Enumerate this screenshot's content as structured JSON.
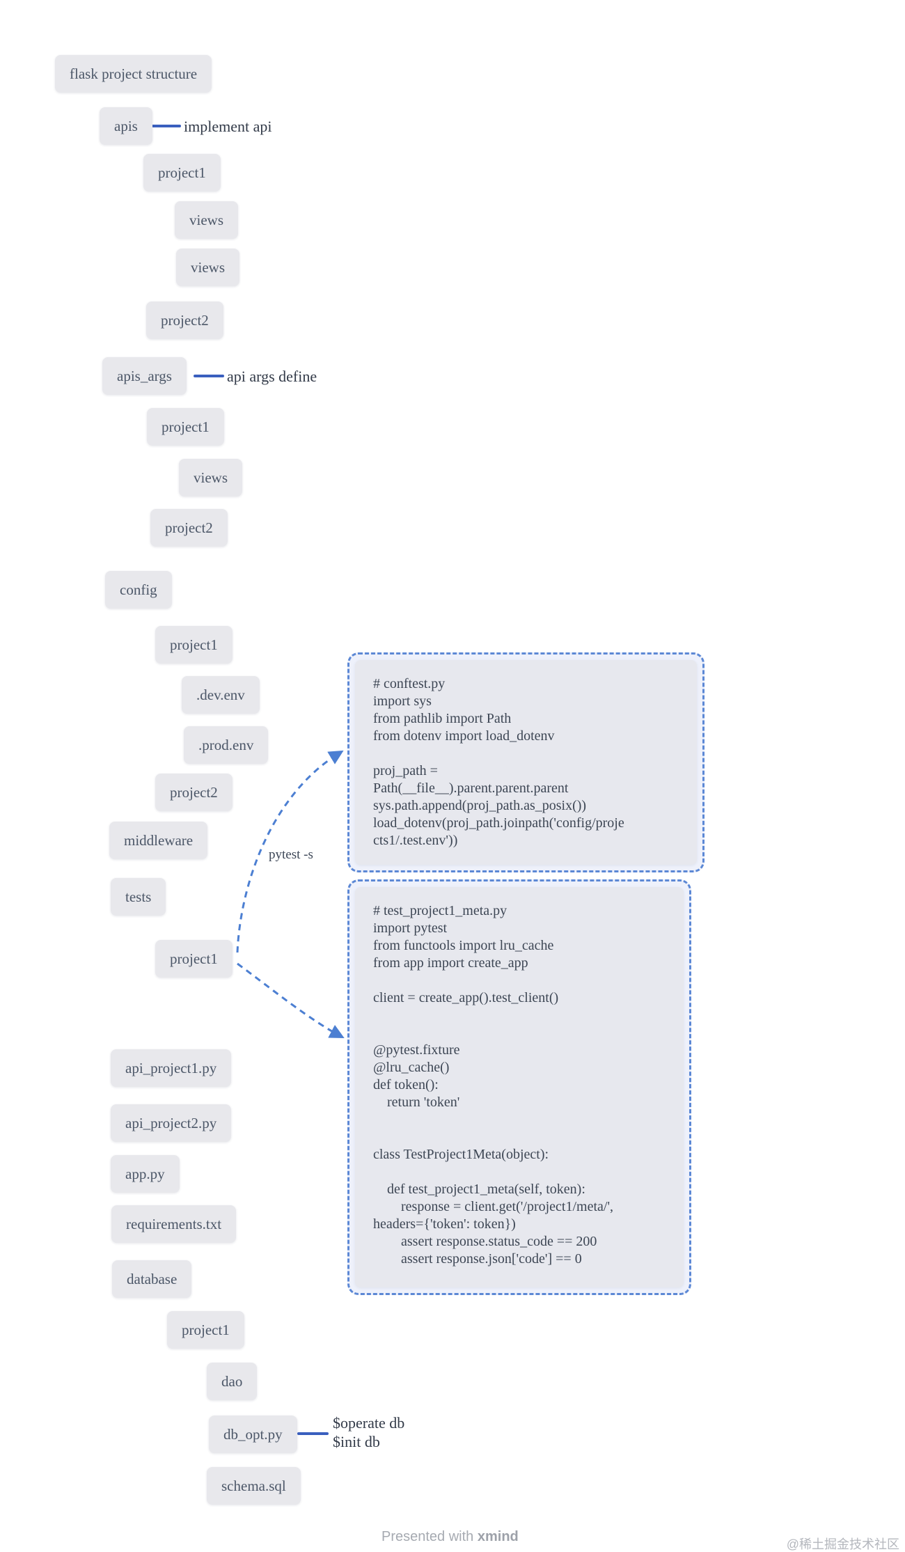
{
  "meta": {
    "footer_presented": "Presented with",
    "footer_brand": "xmind",
    "watermark": "@稀土掘金技术社区"
  },
  "colors": {
    "node_bg": "#e8e8ec",
    "node_text": "#4c5768",
    "connector_blue": "#3a5fbe",
    "dashed_blue": "#4c7fd2",
    "codebox_bg": "#e7e8ee",
    "codebox_border": "#5c88d5"
  },
  "nodes": [
    {
      "label": "flask project structure"
    },
    {
      "label": "apis"
    },
    {
      "label": "project1"
    },
    {
      "label": "views"
    },
    {
      "label": "views"
    },
    {
      "label": "project2"
    },
    {
      "label": "apis_args"
    },
    {
      "label": "project1"
    },
    {
      "label": "views"
    },
    {
      "label": "project2"
    },
    {
      "label": "config"
    },
    {
      "label": "project1"
    },
    {
      "label": ".dev.env"
    },
    {
      "label": ".prod.env"
    },
    {
      "label": "project2"
    },
    {
      "label": "middleware"
    },
    {
      "label": "tests"
    },
    {
      "label": "project1"
    },
    {
      "label": "api_project1.py"
    },
    {
      "label": "api_project2.py"
    },
    {
      "label": "app.py"
    },
    {
      "label": "requirements.txt"
    },
    {
      "label": "database"
    },
    {
      "label": "project1"
    },
    {
      "label": "dao"
    },
    {
      "label": "db_opt.py"
    },
    {
      "label": "schema.sql"
    }
  ],
  "callouts": {
    "implement_api": "implement api",
    "api_args_define": "api args define",
    "pytest_s": "pytest -s",
    "db_ops": "$operate db\n$init db"
  },
  "code_boxes": [
    {
      "name": "conftest",
      "code": "# conftest.py\nimport sys\nfrom pathlib import Path\nfrom dotenv import load_dotenv\n\nproj_path =\nPath(__file__).parent.parent.parent\nsys.path.append(proj_path.as_posix())\nload_dotenv(proj_path.joinpath('config/proje\ncts1/.test.env'))"
    },
    {
      "name": "test_project1_meta",
      "code": "# test_project1_meta.py\nimport pytest\nfrom functools import lru_cache\nfrom app import create_app\n\nclient = create_app().test_client()\n\n\n@pytest.fixture\n@lru_cache()\ndef token():\n    return 'token'\n\n\nclass TestProject1Meta(object):\n\n    def test_project1_meta(self, token):\n        response = client.get('/project1/meta/',\nheaders={'token': token})\n        assert response.status_code == 200\n        assert response.json['code'] == 0"
    }
  ]
}
